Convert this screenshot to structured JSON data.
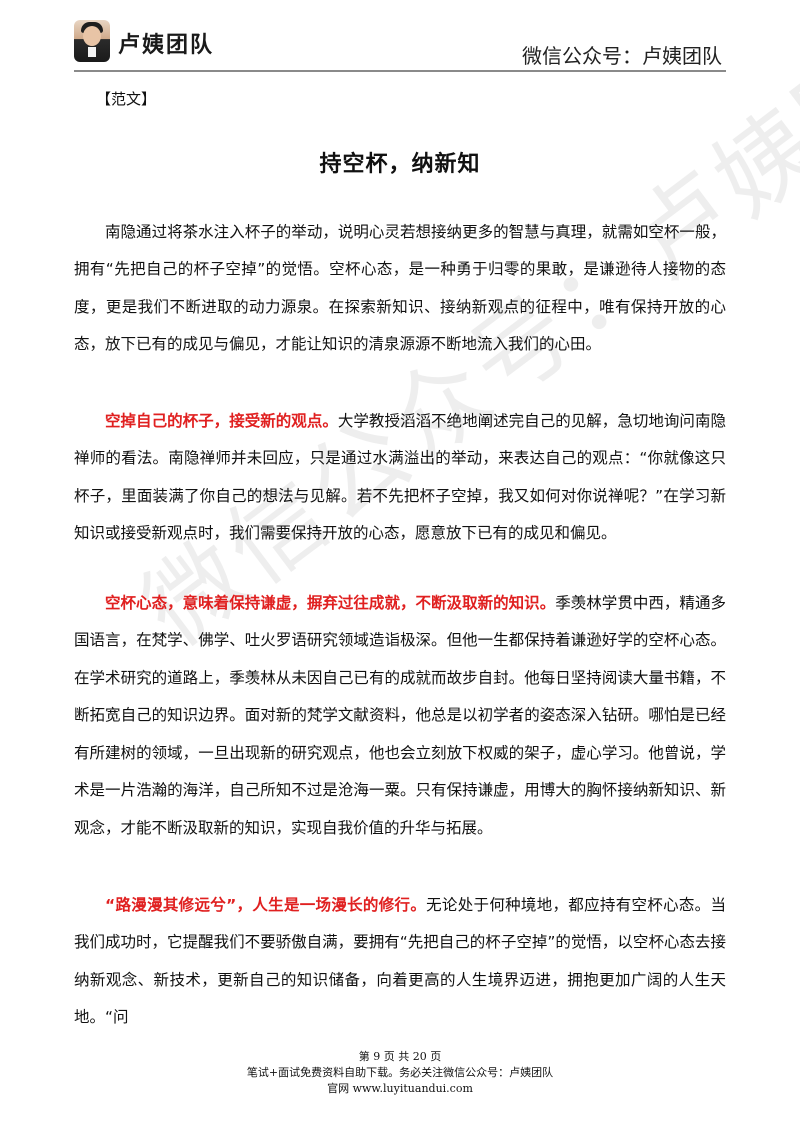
{
  "header": {
    "brand": "卢姨团队",
    "wechat": "微信公众号：卢姨团队"
  },
  "document": {
    "tag": "【范文】",
    "title": "持空杯，纳新知",
    "paragraphs": [
      {
        "highlight": "",
        "text": "南隐通过将茶水注入杯子的举动，说明心灵若想接纳更多的智慧与真理，就需如空杯一般，拥有“先把自己的杯子空掉”的觉悟。空杯心态，是一种勇于归零的果敢，是谦逊待人接物的态度，更是我们不断进取的动力源泉。在探索新知识、接纳新观点的征程中，唯有保持开放的心态，放下已有的成见与偏见，才能让知识的清泉源源不断地流入我们的心田。"
      },
      {
        "highlight": "空掉自己的杯子，接受新的观点。",
        "text": "大学教授滔滔不绝地阐述完自己的见解，急切地询问南隐禅师的看法。南隐禅师并未回应，只是通过水满溢出的举动，来表达自己的观点：“你就像这只杯子，里面装满了你自己的想法与见解。若不先把杯子空掉，我又如何对你说禅呢？”在学习新知识或接受新观点时，我们需要保持开放的心态，愿意放下已有的成见和偏见。"
      },
      {
        "highlight": "空杯心态，意味着保持谦虚，摒弃过往成就，不断汲取新的知识。",
        "text": "季羡林学贯中西，精通多国语言，在梵学、佛学、吐火罗语研究领域造诣极深。但他一生都保持着谦逊好学的空杯心态。在学术研究的道路上，季羡林从未因自己已有的成就而故步自封。他每日坚持阅读大量书籍，不断拓宽自己的知识边界。面对新的梵学文献资料，他总是以初学者的姿态深入钻研。哪怕是已经有所建树的领域，一旦出现新的研究观点，他也会立刻放下权威的架子，虚心学习。他曾说，学术是一片浩瀚的海洋，自己所知不过是沧海一粟。只有保持谦虚，用博大的胸怀接纳新知识、新观念，才能不断汲取新的知识，实现自我价值的升华与拓展。"
      },
      {
        "highlight": "“路漫漫其修远兮”，人生是一场漫长的修行。",
        "text": "无论处于何种境地，都应持有空杯心态。当我们成功时，它提醒我们不要骄傲自满，要拥有“先把自己的杯子空掉”的觉悟，以空杯心态去接纳新观念、新技术，更新自己的知识储备，向着更高的人生境界迈进，拥抱更加广阔的人生天地。“问"
      }
    ]
  },
  "watermark": "微信公众号：卢姨团队",
  "footer": {
    "page": "第 9 页 共 20 页",
    "line2": "笔试+面试免费资料自助下载。务必关注微信公众号：卢姨团队",
    "line3": "官网 www.luyituandui.com"
  },
  "colors": {
    "highlight": "#e02020",
    "header_rule": "#8a8a8a"
  }
}
